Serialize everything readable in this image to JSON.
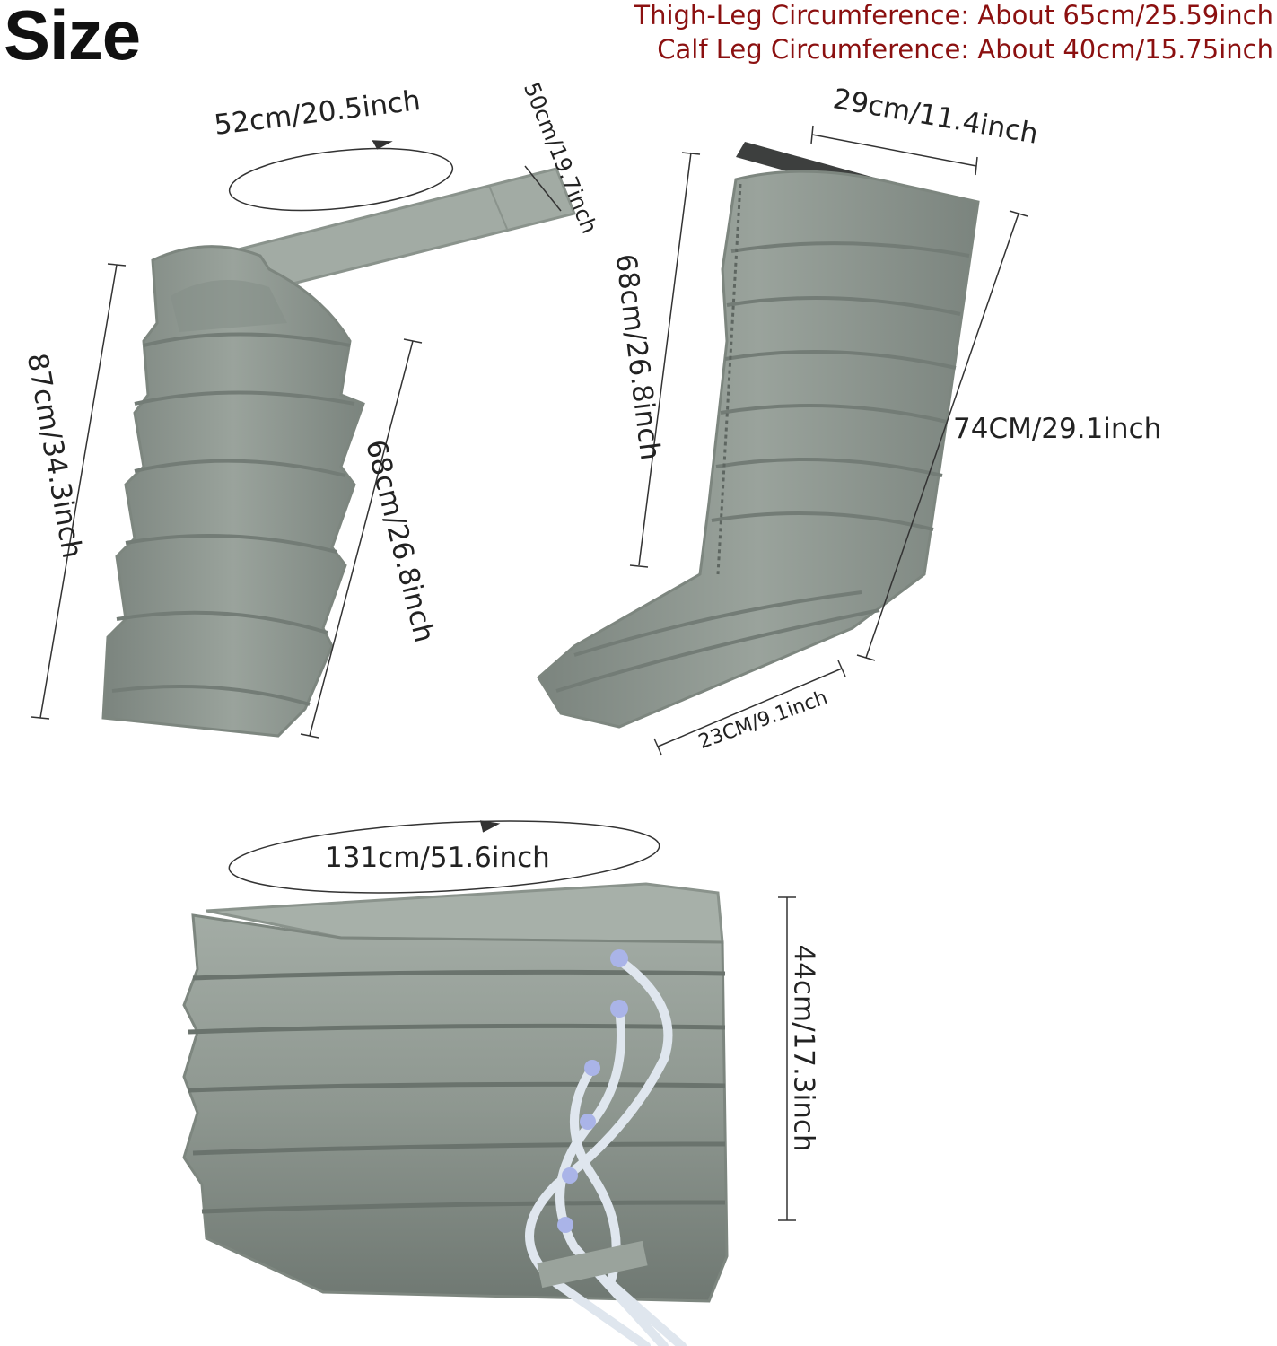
{
  "heading": "Size",
  "notes": {
    "thigh": "Thigh-Leg Circumference: About 65cm/25.59inch",
    "calf": "Calf Leg Circumference: About 40cm/15.75inch"
  },
  "thigh_sleeve": {
    "circumference": "52cm/20.5inch",
    "strap_length": "50cm/19.7inch",
    "total_length": "87cm/34.3inch",
    "body_length": "68cm/26.8inch"
  },
  "leg_boot": {
    "top_width": "29cm/11.4inch",
    "inner_length": "68cm/26.8inch",
    "outer_length": "74CM/29.1inch",
    "foot_width": "23CM/9.1inch"
  },
  "waist_wrap": {
    "circumference": "131cm/51.6inch",
    "height": "44cm/17.3inch"
  },
  "colors": {
    "fabric": "#8e9790",
    "fabric_dark": "#6f7872",
    "note_text": "#8b1010",
    "label_text": "#222222",
    "tube": "#dfe6ee",
    "connector": "#aab4e8"
  }
}
